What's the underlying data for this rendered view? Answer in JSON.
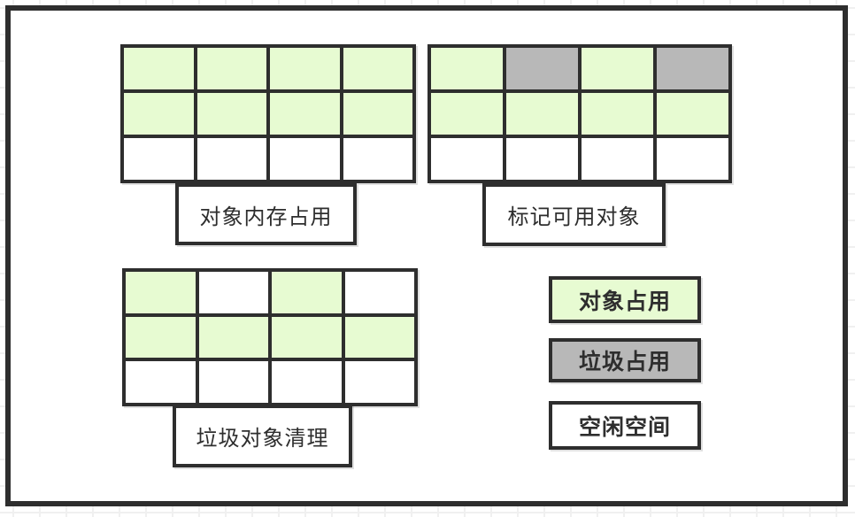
{
  "colors": {
    "object": "#e7fbd2",
    "garbage": "#b8b8b8",
    "free": "#ffffff",
    "stroke": "#2e2e2e"
  },
  "grids": [
    {
      "label": "对象内存占用",
      "rows": [
        [
          "object",
          "object",
          "object",
          "object"
        ],
        [
          "object",
          "object",
          "object",
          "object"
        ],
        [
          "free",
          "free",
          "free",
          "free"
        ]
      ]
    },
    {
      "label": "标记可用对象",
      "rows": [
        [
          "object",
          "garbage",
          "object",
          "garbage"
        ],
        [
          "object",
          "object",
          "object",
          "object"
        ],
        [
          "free",
          "free",
          "free",
          "free"
        ]
      ]
    },
    {
      "label": "垃圾对象清理",
      "rows": [
        [
          "object",
          "free",
          "object",
          "free"
        ],
        [
          "object",
          "object",
          "object",
          "object"
        ],
        [
          "free",
          "free",
          "free",
          "free"
        ]
      ]
    }
  ],
  "legend": [
    {
      "key": "object",
      "label": "对象占用"
    },
    {
      "key": "garbage",
      "label": "垃圾占用"
    },
    {
      "key": "free",
      "label": "空闲空间"
    }
  ]
}
